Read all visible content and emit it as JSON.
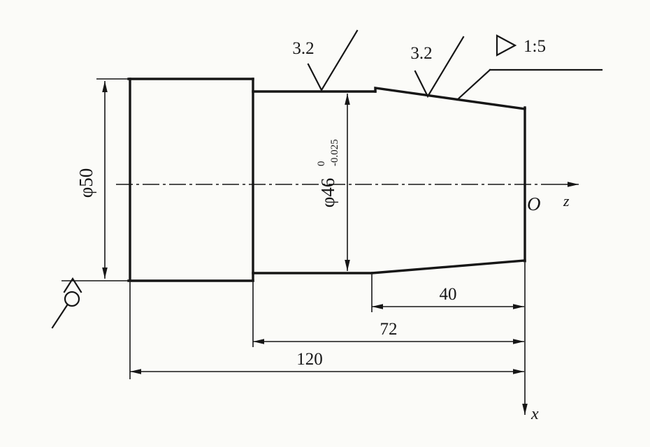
{
  "drawing": {
    "colors": {
      "ink": "#161616",
      "paper": "#fbfbf8"
    },
    "surface_roughness": [
      {
        "value": "3.2"
      },
      {
        "value": "3.2"
      }
    ],
    "taper_ratio": "1:5",
    "dimensions": {
      "outer_diameter": "φ50",
      "step_diameter": "φ46",
      "step_diameter_tol_upper": "0",
      "step_diameter_tol_lower": "-0.025",
      "taper_length": "40",
      "step_length": "72",
      "total_length": "120"
    },
    "axes": {
      "origin": "O",
      "horizontal_axis": "z",
      "vertical_axis": "x"
    }
  }
}
